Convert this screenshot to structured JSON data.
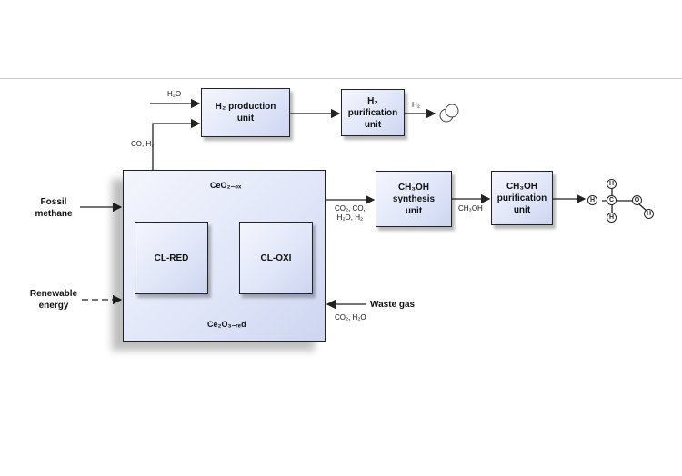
{
  "diagram": {
    "boxes": {
      "h2_production": "H₂ production\nunit",
      "h2_purification": "H₂\npurification\nunit",
      "ch3oh_synthesis": "CH₃OH\nsynthesis\nunit",
      "ch3oh_purification": "CH₃OH\npurification\nunit",
      "cl_red": "CL-RED",
      "cl_oxi": "CL-OXI"
    },
    "labels": {
      "h2o_input": "H₂O",
      "co_h2": "CO, H₂",
      "h2_output": "H₂",
      "ceo2_ox": "CeO₂₋ₒₓ",
      "ce2o3_red": "Ce₂O₃₋ᵣₑd",
      "co2_co_h2o_h2": "CO₂, CO,\nH₂O, H₂",
      "ch3oh_between": "CH₃OH",
      "fossil_methane": "Fossil\nmethane",
      "renewable_energy": "Renewable\nenergy",
      "waste_gas": "Waste gas",
      "co2_h2o": "CO₂, H₂O"
    },
    "molecule": {
      "atoms": [
        "H",
        "C",
        "O",
        "H",
        "H",
        "H"
      ]
    }
  }
}
